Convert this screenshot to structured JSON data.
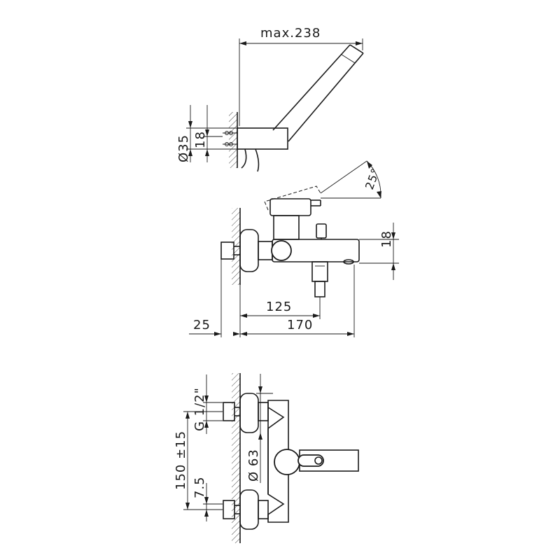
{
  "dimensions": {
    "max_reach": "max.238",
    "holder_diameter": "Ø35",
    "holder_height": "18",
    "lever_angle": "25°",
    "spout_offset": "18",
    "spout_length": "125",
    "body_length": "170",
    "wall_offset": "25",
    "thread": "G 1/2\"",
    "centers": "150 ±15",
    "rosette_diameter": "Ø 63",
    "eccentric_offset": "7.5"
  },
  "colors": {
    "line": "#1a1a1a",
    "wall_hatch": "#d9d9d9",
    "background": "#ffffff"
  }
}
